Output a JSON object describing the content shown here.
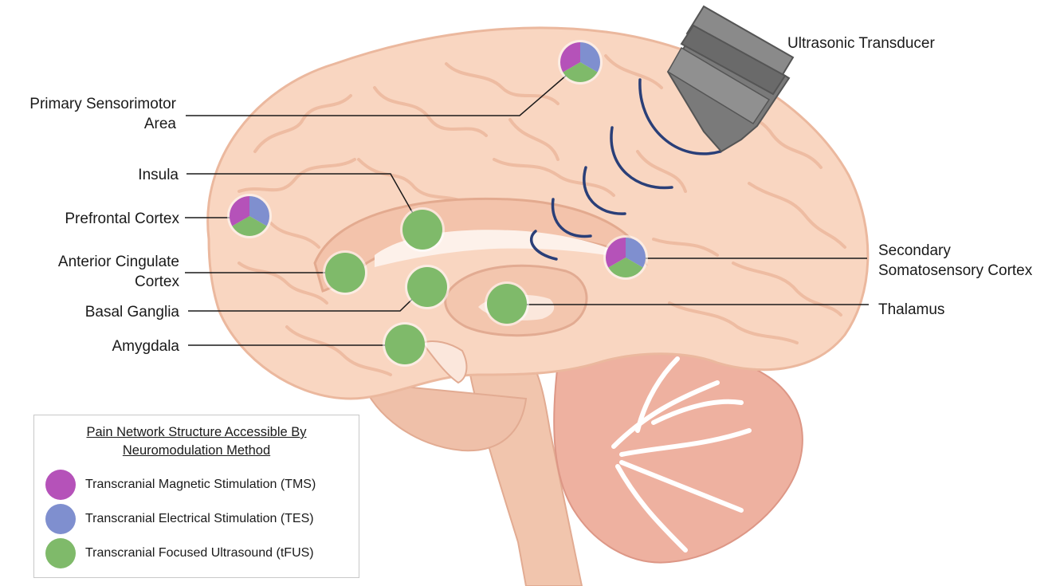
{
  "colors": {
    "tms": "#b552b9",
    "tes": "#7f8fcf",
    "tfus": "#7fba6a",
    "brain": "#f8d3bd",
    "brain_dark": "#eab79d",
    "cerebellum": "#e9a493",
    "wave": "#2a3f78",
    "transducer": "#777777"
  },
  "labels": {
    "transducer": "Ultrasonic Transducer",
    "primary_sensorimotor_1": "Primary Sensorimotor",
    "primary_sensorimotor_2": "Area",
    "insula": "Insula",
    "prefrontal": "Prefrontal Cortex",
    "acc_1": "Anterior Cingulate",
    "acc_2": "Cortex",
    "basal_ganglia": "Basal Ganglia",
    "amygdala": "Amygdala",
    "secondary_somato_1": "Secondary",
    "secondary_somato_2": "Somatosensory Cortex",
    "thalamus": "Thalamus"
  },
  "legend": {
    "title_1": "Pain Network Structure Accessible By",
    "title_2": "Neuromodulation Method",
    "items": [
      {
        "label": "Transcranial Magnetic Stimulation (TMS)",
        "icon": "tms-dot"
      },
      {
        "label": "Transcranial Electrical Stimulation (TES)",
        "icon": "tes-dot"
      },
      {
        "label": "Transcranial Focused Ultrasound (tFUS)",
        "icon": "tfus-dot"
      }
    ]
  }
}
